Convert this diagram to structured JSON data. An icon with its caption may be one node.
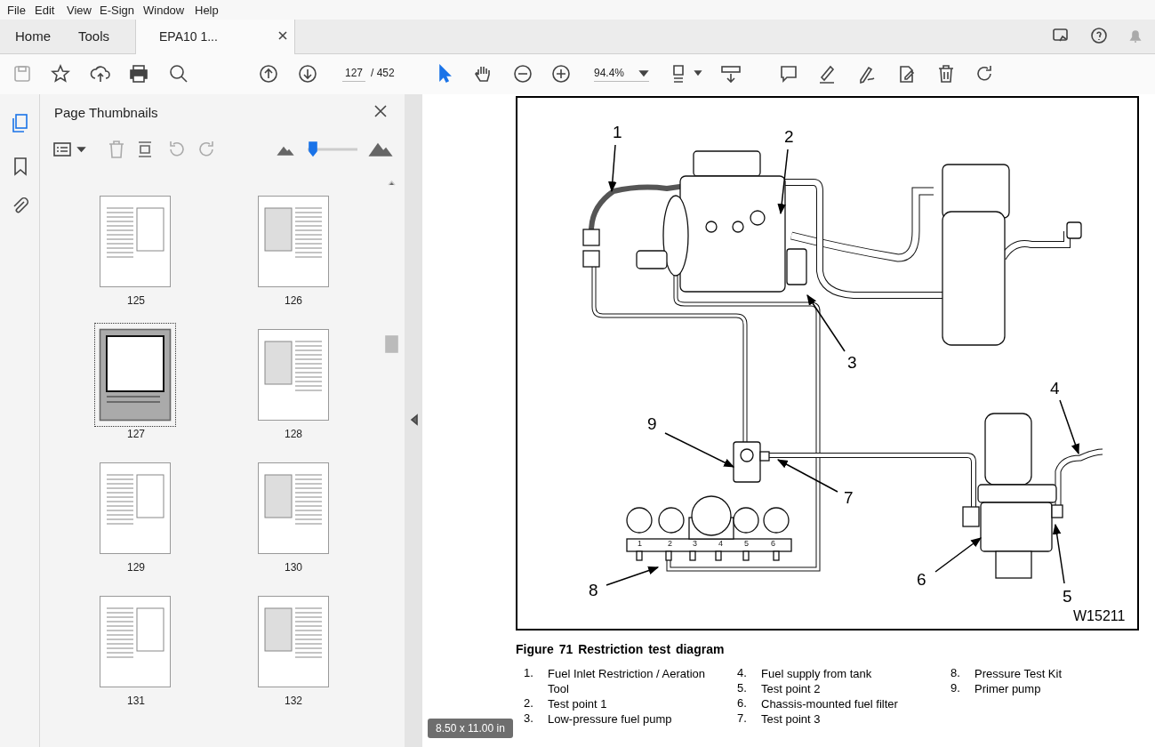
{
  "diagram": {
    "caption": "Figure 71 Restriction test diagram",
    "nodes": [
      {
        "text": [
          "1"
        ]
      },
      {
        "text": [
          "2"
        ]
      },
      {
        "text": [
          "3"
        ]
      },
      {
        "text": [
          "4"
        ]
      },
      {
        "text": [
          "5"
        ]
      },
      {
        "text": [
          "6"
        ]
      },
      {
        "text": [
          "7"
        ]
      },
      {
        "text": [
          "8"
        ]
      },
      {
        "text": [
          "9"
        ]
      }
    ],
    "edges": [
      {
        "from": 0,
        "to": null,
        "arrow": "to"
      },
      {
        "from": 1,
        "to": null,
        "arrow": "to"
      },
      {
        "from": 2,
        "to": null,
        "arrow": "to"
      },
      {
        "from": 3,
        "to": null,
        "arrow": "to"
      },
      {
        "from": 4,
        "to": null,
        "arrow": "to"
      },
      {
        "from": 5,
        "to": null,
        "arrow": "to"
      },
      {
        "from": 6,
        "to": null,
        "arrow": "to"
      },
      {
        "from": 7,
        "to": null,
        "arrow": "to"
      },
      {
        "from": 8,
        "to": null,
        "arrow": "to"
      }
    ],
    "labels": [
      "File",
      "Edit",
      "View",
      "E-Sign",
      "Window",
      "Help",
      "Home",
      "Tools",
      "EPA10 1...",
      "127",
      "/ 452",
      "94.4%",
      "Page Thumbnails",
      "125",
      "126",
      "127",
      "128",
      "129",
      "130",
      "131",
      "132",
      "8.50 x 11.00 in",
      "1",
      "2",
      "3",
      "4",
      "5",
      "6",
      "W15211",
      "1.",
      "Fuel Inlet Restriction / Aeration Tool",
      "2.",
      "Test point 1",
      "3.",
      "Low-pressure fuel pump",
      "4.",
      "Fuel supply from tank",
      "5.",
      "Test point 2",
      "6.",
      "Chassis-mounted fuel filter",
      "7.",
      "Test point 3",
      "8.",
      "Pressure Test Kit",
      "9.",
      "Primer pump"
    ]
  }
}
